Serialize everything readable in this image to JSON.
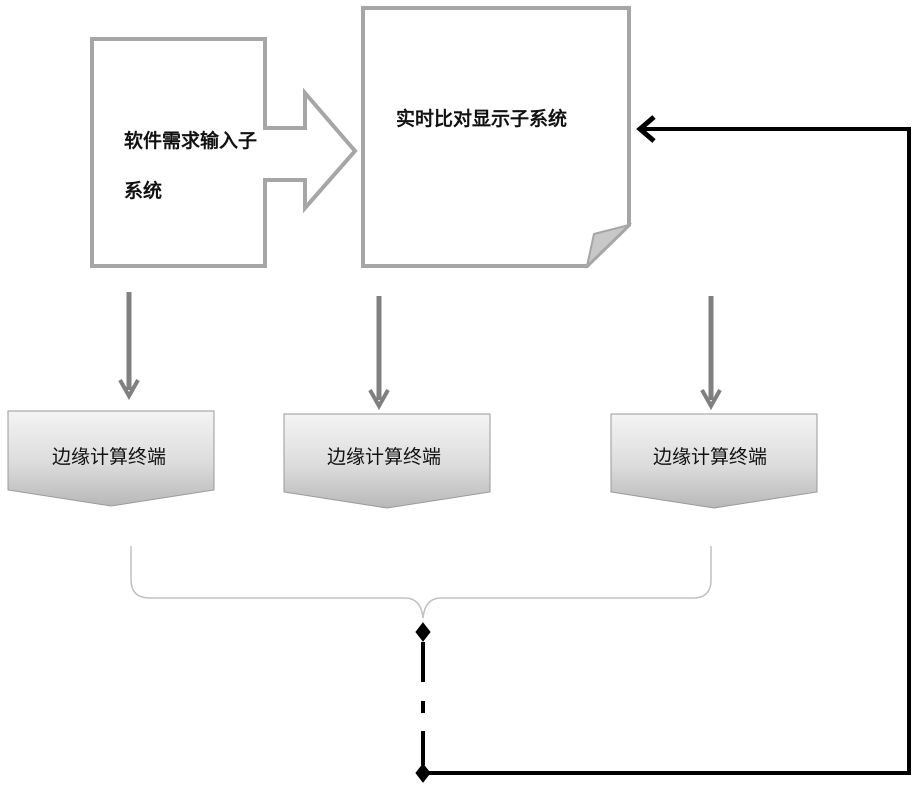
{
  "input_subsystem": {
    "label": "软件需求输入子系统"
  },
  "display_subsystem": {
    "label": "实时比对显示子系统"
  },
  "edge_terminals": [
    {
      "label": "边缘计算终端"
    },
    {
      "label": "边缘计算终端"
    },
    {
      "label": "边缘计算终端"
    }
  ],
  "colors": {
    "box_stroke": "#a6a6a6",
    "arrow_gray": "#808080",
    "feedback": "#000000",
    "terminal_fill_top": "#f3f3f3",
    "terminal_fill_bottom": "#bdbdbd"
  }
}
